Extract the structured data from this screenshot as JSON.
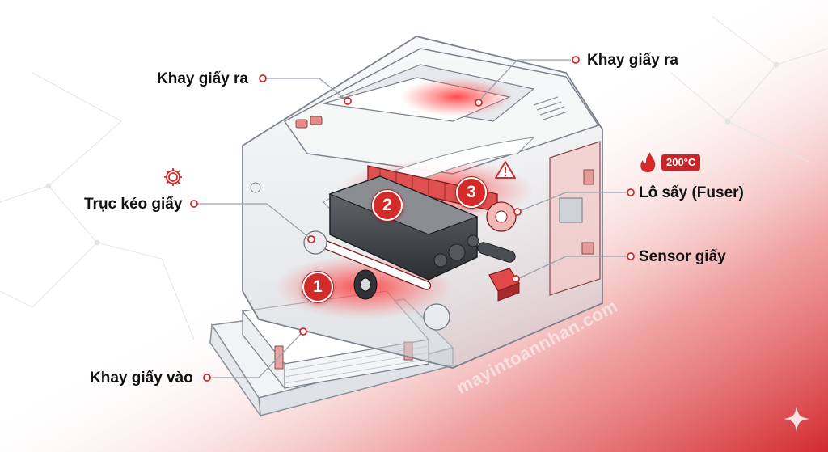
{
  "labels": {
    "output_tray_left": "Khay giấy ra",
    "output_tray_right": "Khay giấy ra",
    "pickup_roller": "Trục kéo giấy",
    "fuser": "Lô sấy (Fuser)",
    "paper_sensor": "Sensor giấy",
    "input_tray": "Khay giấy vào"
  },
  "steps": [
    "1",
    "2",
    "3"
  ],
  "temperature_badge": "200°C",
  "watermark": "mayintoannhan.com",
  "colors": {
    "accent_red": "#d32a2a",
    "glow_red": "#ff3b3b",
    "line_gray": "#9aa3ad",
    "label_text": "#111111"
  },
  "icons": [
    "gear-icon",
    "flame-icon",
    "warning-icon",
    "sparkle-icon"
  ]
}
